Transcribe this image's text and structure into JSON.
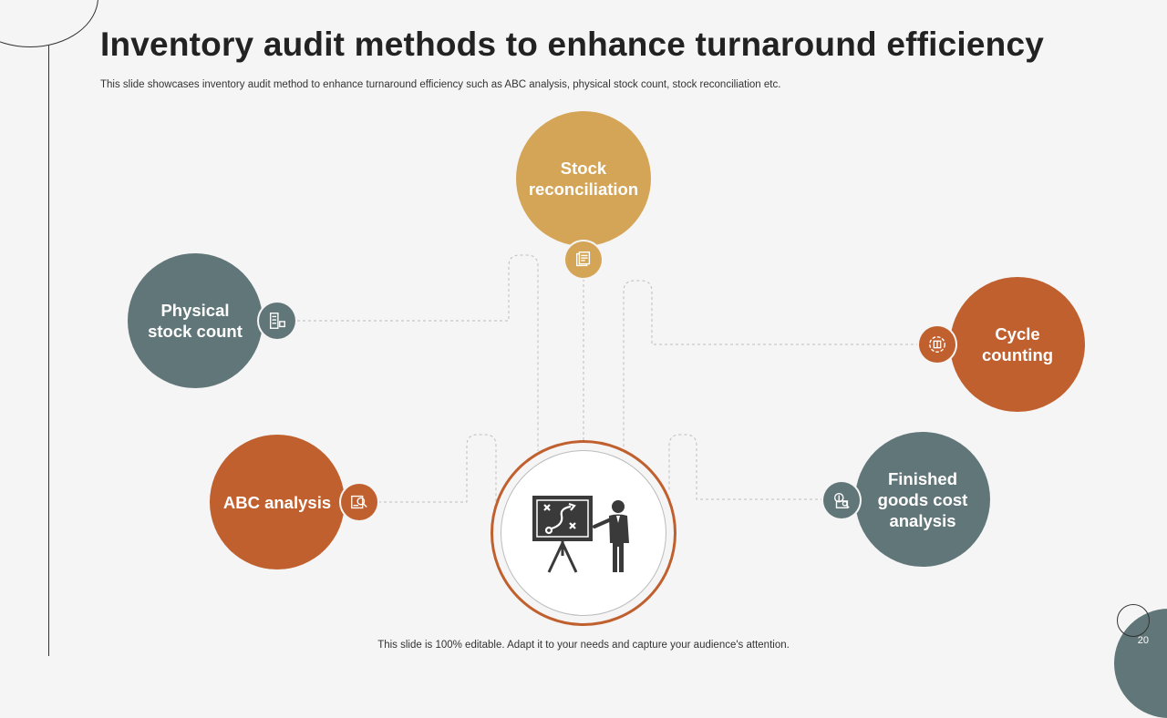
{
  "header": {
    "title": "Inventory audit methods to enhance turnaround efficiency",
    "subtitle": "This slide showcases inventory audit method to enhance turnaround efficiency such as ABC analysis, physical stock count, stock reconciliation etc."
  },
  "methods": {
    "stock_reconciliation": {
      "label_line1": "Stock",
      "label_line2": "reconciliation",
      "icon": "documents-icon",
      "color": "#d4a557"
    },
    "physical_stock_count": {
      "label_line1": "Physical",
      "label_line2": "stock count",
      "icon": "checklist-icon",
      "color": "#617679"
    },
    "cycle_counting": {
      "label_line1": "Cycle",
      "label_line2": "counting",
      "icon": "box-cycle-icon",
      "color": "#c0602e"
    },
    "abc_analysis": {
      "label_line1": "ABC analysis",
      "icon": "report-search-icon",
      "color": "#c0602e"
    },
    "finished_goods_cost_analysis": {
      "label_line1": "Finished",
      "label_line2": "goods cost",
      "label_line3": "analysis",
      "icon": "dollar-search-icon",
      "color": "#617679"
    }
  },
  "hub": {
    "icon": "presenter-strategy-board-icon",
    "color": "#c0602e"
  },
  "footer": {
    "note": "This slide is 100% editable. Adapt it to your needs and capture your audience's attention.",
    "page_number": "20"
  }
}
